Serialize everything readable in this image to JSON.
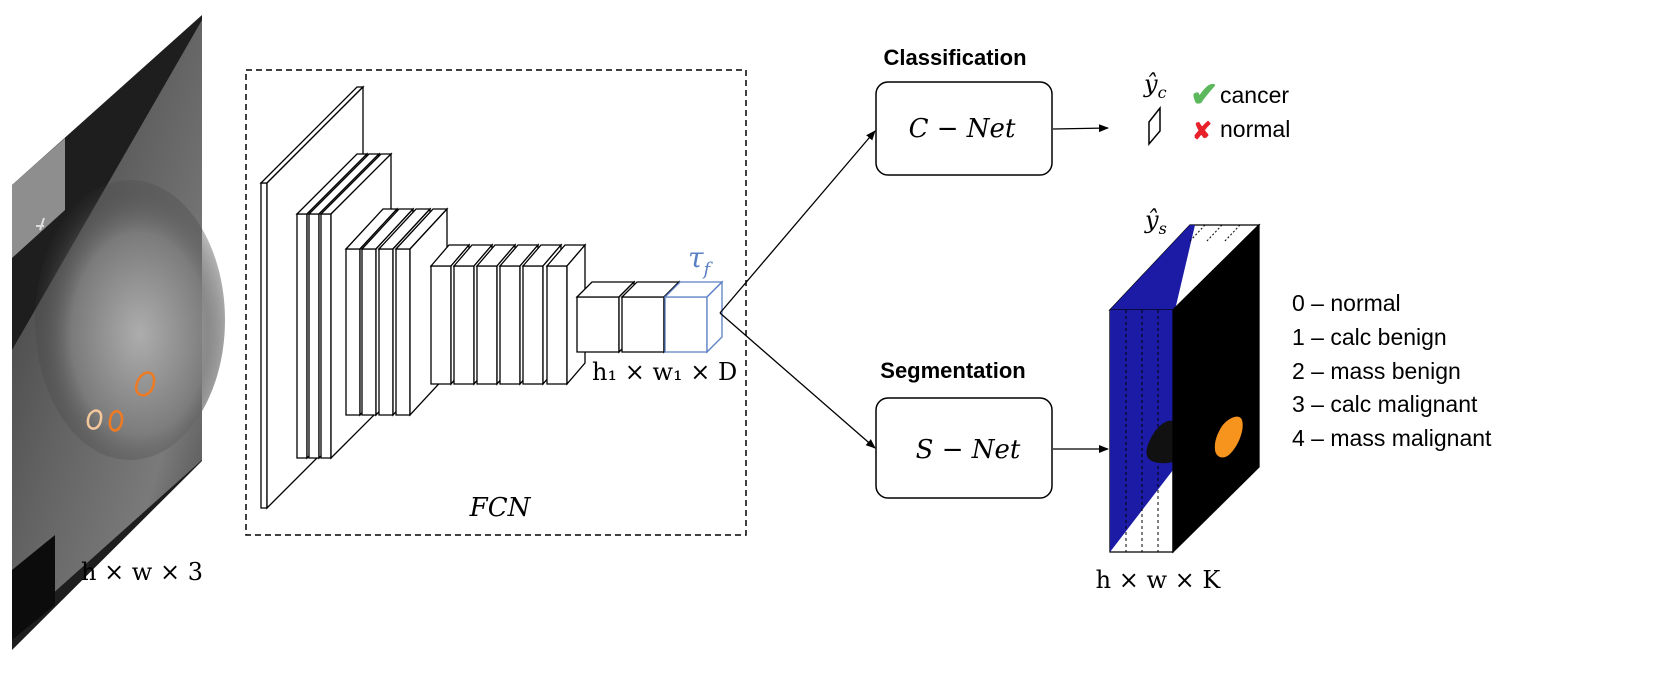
{
  "input": {
    "dim_label": "h × w × 3"
  },
  "fcn": {
    "label": "FCN",
    "feature_symbol": "τ",
    "feature_subscript": "f",
    "feature_dim_label": "h₁ × w₁ × D"
  },
  "classification": {
    "heading": "Classification",
    "net_label": "C − Net",
    "output_symbol": "ŷ",
    "output_subscript": "c",
    "results": [
      {
        "label": "cancer",
        "mark": "✔",
        "color": "#5cb85c"
      },
      {
        "label": "normal",
        "mark": "✘",
        "color": "#e8202a"
      }
    ]
  },
  "segmentation": {
    "heading": "Segmentation",
    "net_label": "S − Net",
    "output_symbol": "ŷ",
    "output_subscript": "s",
    "dim_label": "h × w × K",
    "classes": [
      "0 – normal",
      "1 – calc benign",
      "2 – mass benign",
      "3 – calc malignant",
      "4 – mass malignant"
    ]
  },
  "colors": {
    "feature_block": "#5b7fc4",
    "seg_blue": "#1b1ba6",
    "lesion_orange": "#f07a20",
    "roi_light": "#f4c79c"
  }
}
